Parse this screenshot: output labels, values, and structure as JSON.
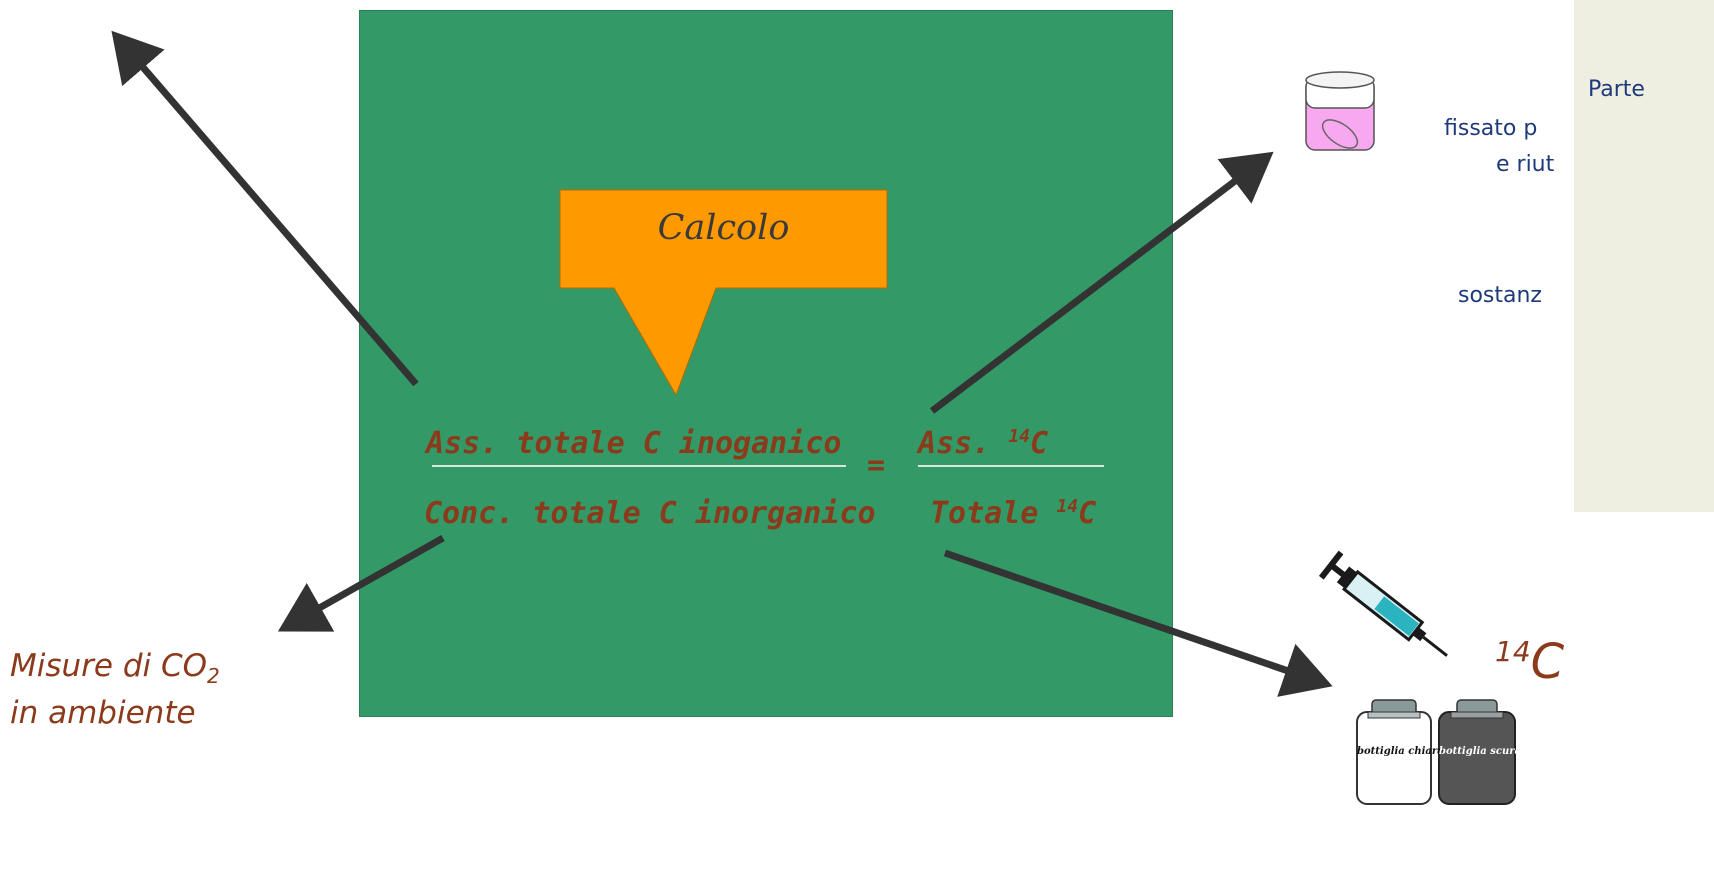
{
  "callout": {
    "text": "Calcolo"
  },
  "formula": {
    "left_numerator": "Ass. totale C inoganico",
    "left_denominator": "Conc. totale C inorganico",
    "equals": "=",
    "right_numerator_prefix": "Ass. ",
    "right_denominator_prefix": "Totale ",
    "isotope_sup": "14",
    "isotope_element": "C"
  },
  "measure_label": {
    "line1_prefix": "Misure di CO",
    "line1_sub": "2",
    "line2": "in ambiente"
  },
  "side_text": {
    "line1": "Parte",
    "line2": "fissato p",
    "line3": "e riut",
    "line4": "sostanz"
  },
  "isotope_label": {
    "sup": "14",
    "element": "C"
  },
  "bottles": {
    "light_label": "bottiglia chiara",
    "dark_label": "bottiglia scura"
  },
  "colors": {
    "panel_green": "#339966",
    "callout_orange": "#ff9900",
    "formula_brown": "#8b3a1c",
    "side_text_blue": "#1f3a7a",
    "side_panel_bg": "#eeefe1",
    "arrow_dark": "#333333"
  },
  "icons": [
    "petri-jar-icon",
    "syringe-icon",
    "light-bottle-icon",
    "dark-bottle-icon"
  ]
}
